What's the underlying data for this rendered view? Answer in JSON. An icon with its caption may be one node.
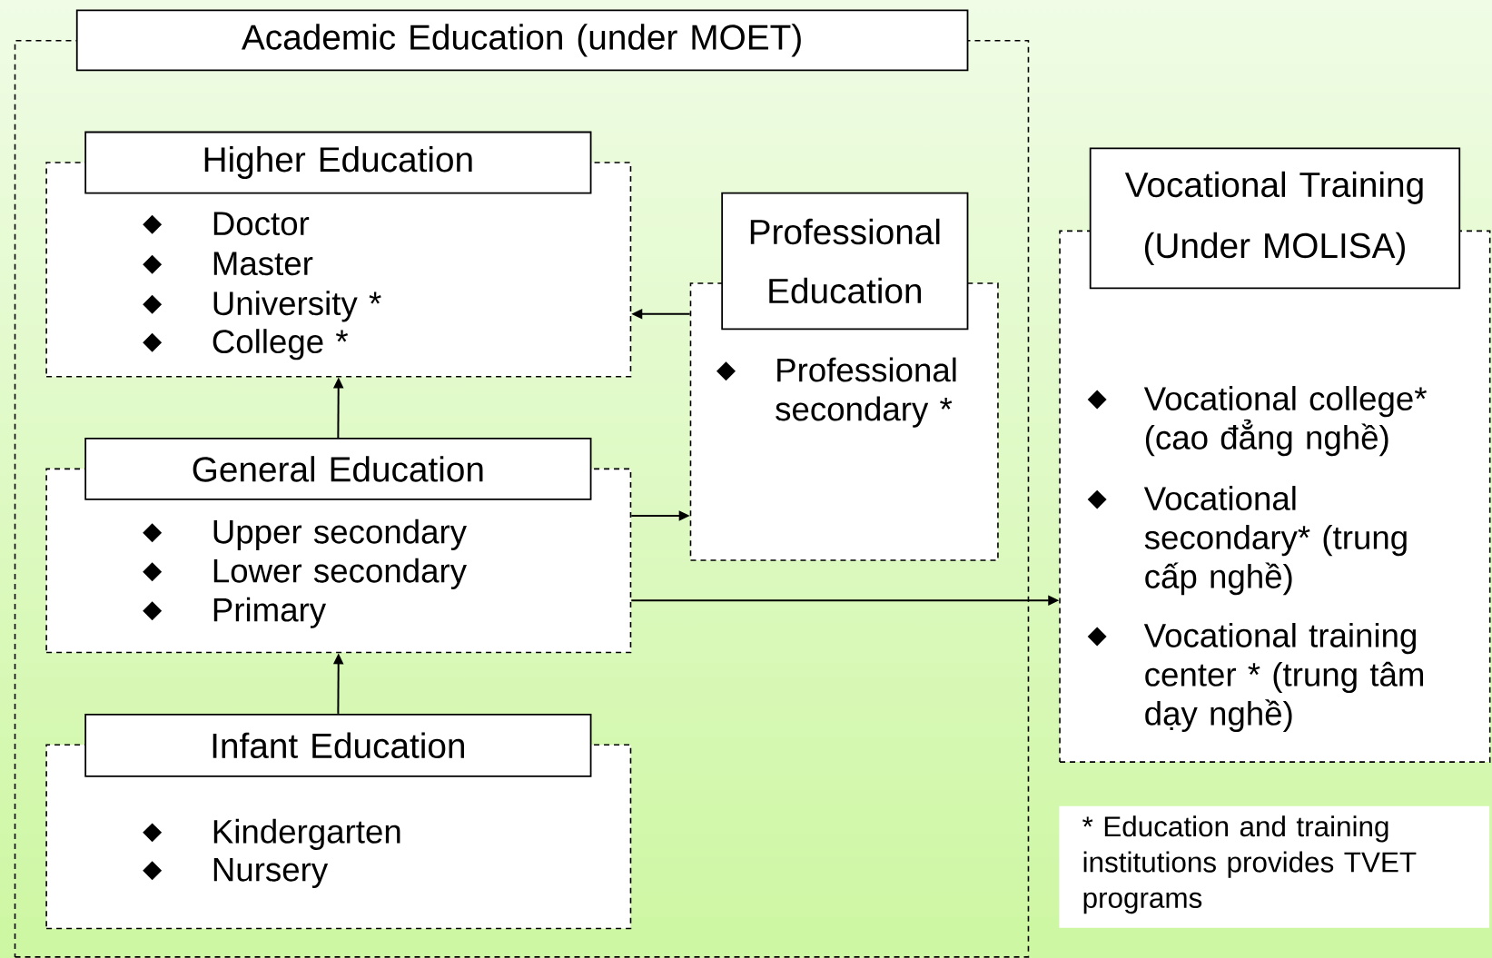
{
  "diagram": {
    "nodes": [
      {
        "text": [
          "Academic Education (under MOET)"
        ]
      },
      {
        "text": [
          "Higher Education",
          "Doctor",
          "Master",
          "University *",
          "College *"
        ],
        "in": 0
      },
      {
        "text": [
          "Professional Education",
          "Professional secondary *"
        ],
        "in": 0
      },
      {
        "text": [
          "General Education",
          "Upper secondary",
          "Lower secondary",
          "Primary"
        ],
        "in": 0
      },
      {
        "text": [
          "Infant Education",
          "Kindergarten",
          "Nursery"
        ],
        "in": 0
      },
      {
        "text": [
          "Vocational Training (Under MOLISA)",
          "Vocational college* (cao đẳng nghề)",
          "Vocational secondary* (trung cấp nghề)",
          "Vocational training center * (trung tâm dạy nghề)"
        ]
      },
      {
        "text": [
          "* Education and training institutions provides TVET programs"
        ]
      }
    ],
    "edges": [
      {
        "from": 2,
        "to": 1,
        "arrow": "to"
      },
      {
        "from": 3,
        "to": 1,
        "arrow": "to"
      },
      {
        "from": 4,
        "to": 3,
        "arrow": "to"
      },
      {
        "from": 3,
        "to": 2,
        "arrow": "to"
      },
      {
        "from": 3,
        "to": 5,
        "arrow": "to"
      }
    ]
  }
}
